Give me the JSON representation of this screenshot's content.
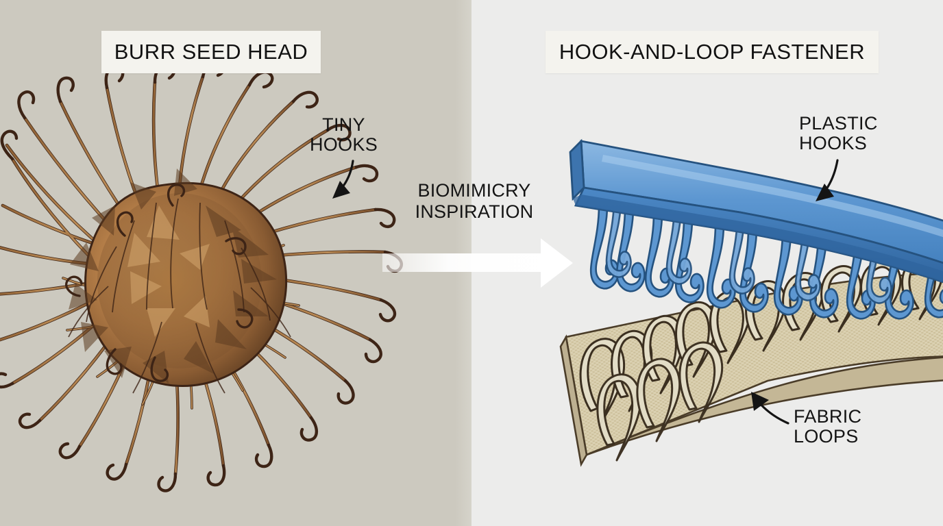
{
  "figure": {
    "kind": "biomimicry-comparison-diagram",
    "background_left": "#ccc9bf",
    "background_right": "#ececeb"
  },
  "panels": {
    "left": {
      "title": "BURR SEED HEAD",
      "subject": "burr-seed-head",
      "callout": {
        "label": "TINY\nHOOKS",
        "points_to": "hook-tipped spines on burr edge"
      },
      "colors": {
        "spine_light": "#c9965e",
        "spine_mid": "#a8753f",
        "body_dark": "#6b4526",
        "outline": "#3d2416"
      }
    },
    "right": {
      "title": "HOOK-AND-LOOP FASTENER",
      "subject": "hook-and-loop-fastener",
      "callouts": [
        {
          "label": "PLASTIC\nHOOKS",
          "points_to": "blue hook strip"
        },
        {
          "label": "FABRIC\nLOOPS",
          "points_to": "woven loop strip"
        }
      ],
      "colors": {
        "hook_blue": "#4f8cc9",
        "hook_blue_light": "#74a7da",
        "hook_blue_dark": "#3a6fa8",
        "fabric": "#ddd3b8",
        "fabric_dark": "#bfb392",
        "loop": "#e2dcc6",
        "outline": "#3b2f20"
      }
    }
  },
  "center": {
    "caption": "BIOMIMICRY\nINSPIRATION",
    "arrow": {
      "direction": "right",
      "color": "#ffffff"
    }
  }
}
